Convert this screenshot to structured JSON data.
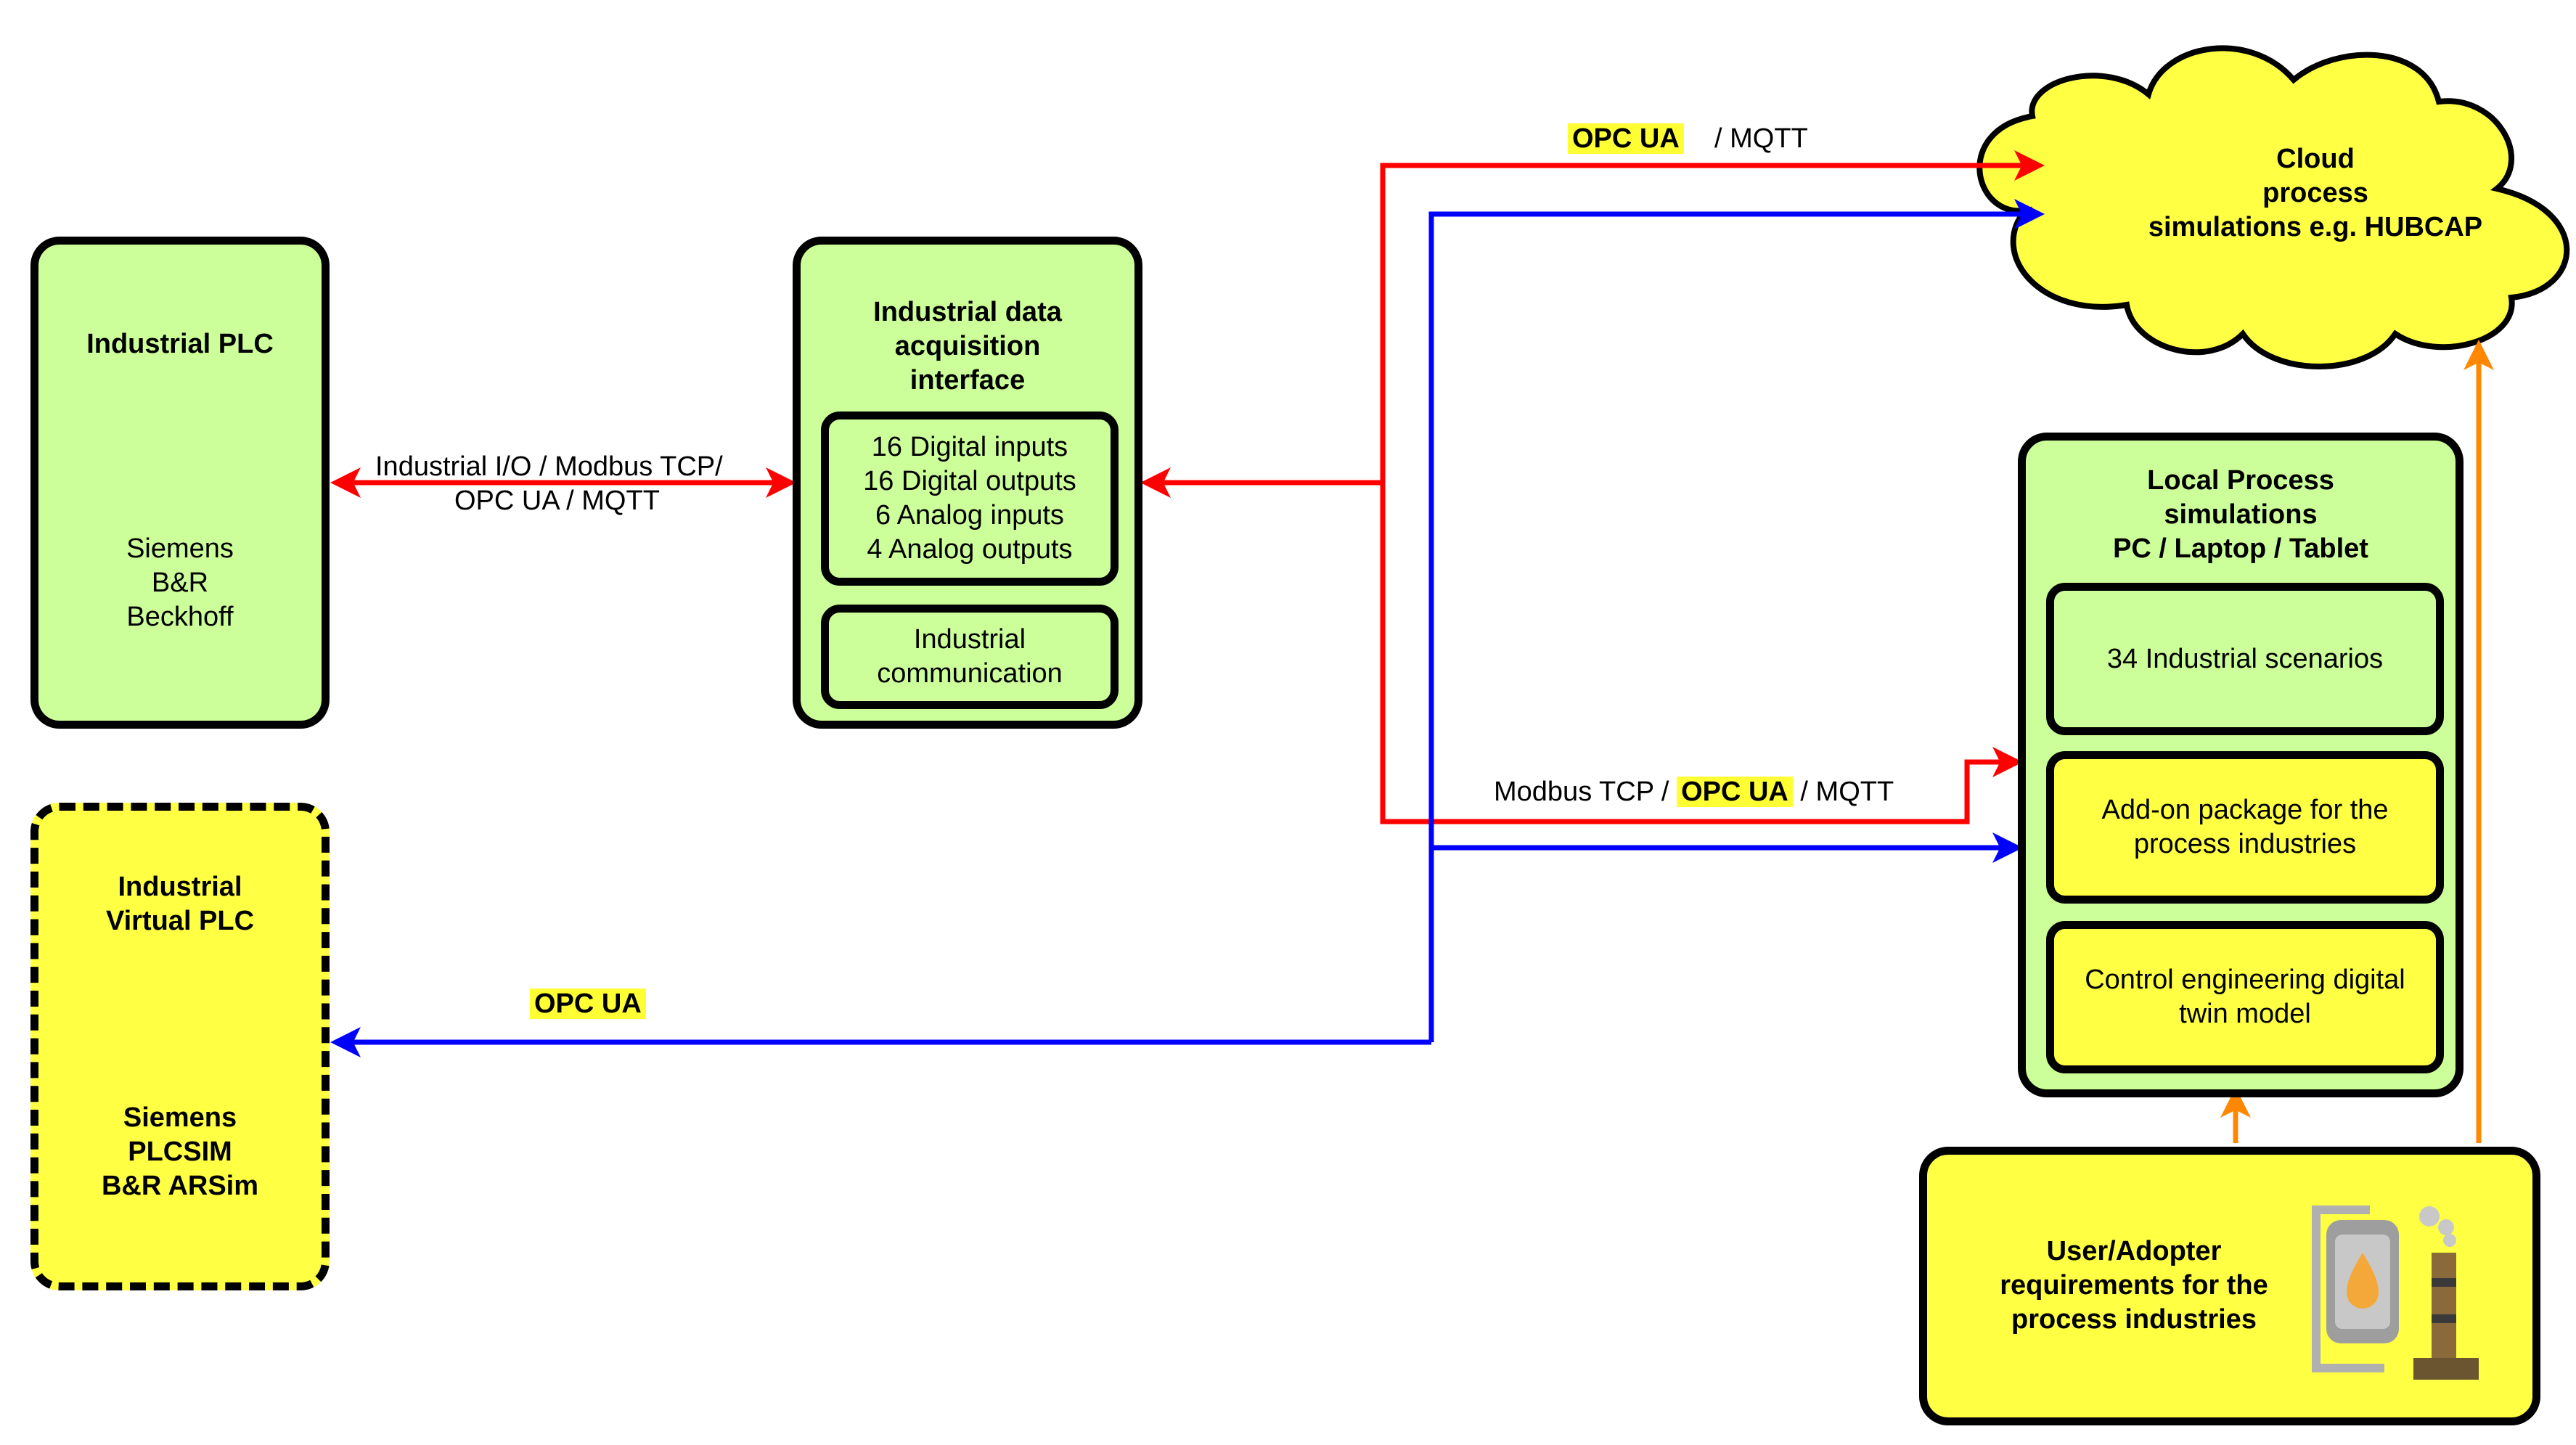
{
  "plc": {
    "title": "Industrial PLC",
    "vendors": "Siemens\nB&R\nBeckhoff"
  },
  "daq": {
    "title": "Industrial data\nacquisition\ninterface",
    "io": "16 Digital inputs\n16 Digital outputs\n6 Analog inputs\n4 Analog outputs",
    "comm": "Industrial\ncommunication"
  },
  "vplc": {
    "title": "Industrial\nVirtual PLC",
    "vendors": "Siemens\nPLCSIM\nB&R ARSim"
  },
  "cloud": {
    "title": "Cloud\nprocess\nsimulations e.g. HUBCAP"
  },
  "local": {
    "title": "Local Process\nsimulations\nPC / Laptop / Tablet",
    "scenarios": "34 Industrial scenarios",
    "addon": "Add-on package for the\nprocess industries",
    "twin": "Control engineering digital\ntwin model"
  },
  "user": {
    "title": "User/Adopter\nrequirements for the\nprocess industries",
    "icon": "factory-icon"
  },
  "links": {
    "plc_daq_1": "Industrial I/O / Modbus TCP/",
    "plc_daq_2": "OPC UA / MQTT",
    "cloud_opc": "OPC UA",
    "cloud_mqtt": "/ MQTT",
    "local_pre": "Modbus TCP /",
    "local_opc": "OPC UA",
    "local_post": "/ MQTT",
    "vplc_opc": "OPC UA"
  },
  "colors": {
    "red": "#ff0000",
    "blue": "#0000ff",
    "orange": "#ff8800",
    "green": "#ccff99",
    "yellow": "#ffff44"
  }
}
